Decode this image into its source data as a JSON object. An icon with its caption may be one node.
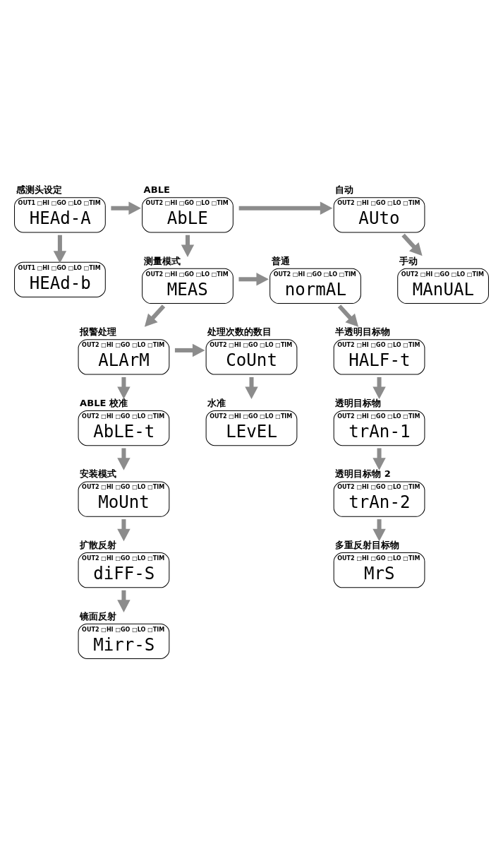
{
  "diagram": {
    "nodes": [
      {
        "text": [
          "感测头设定",
          "OUT1 □HI □GO □LO □TIM",
          "HEAd-A"
        ]
      },
      {
        "text": [
          "OUT1 □HI □GO □LO □TIM",
          "HEAd-b"
        ]
      },
      {
        "text": [
          "ABLE",
          "OUT2 □HI □GO □LO □TIM",
          "AbLE"
        ]
      },
      {
        "text": [
          "自动",
          "OUT2 □HI □GO □LO □TIM",
          "AUto"
        ]
      },
      {
        "text": [
          "手动",
          "OUT2 □HI □GO □LO □TIM",
          "MAnUAL"
        ]
      },
      {
        "text": [
          "测量模式",
          "OUT2 □HI □GO □LO □TIM",
          "MEAS"
        ]
      },
      {
        "text": [
          "普通",
          "OUT2 □HI □GO □LO □TIM",
          "normAL"
        ]
      },
      {
        "text": [
          "半透明目标物",
          "OUT2 □HI □GO □LO □TIM",
          "HALF-t"
        ]
      },
      {
        "text": [
          "透明目标物",
          "OUT2 □HI □GO □LO □TIM",
          "trAn-1"
        ]
      },
      {
        "text": [
          "透明目标物 2",
          "OUT2 □HI □GO □LO □TIM",
          "trAn-2"
        ]
      },
      {
        "text": [
          "多重反射目标物",
          "OUT2 □HI □GO □LO □TIM",
          "MrS"
        ]
      },
      {
        "text": [
          "报警处理",
          "OUT2 □HI □GO □LO □TIM",
          "ALArM"
        ]
      },
      {
        "text": [
          "处理次数的数目",
          "OUT2 □HI □GO □LO □TIM",
          "CoUnt"
        ]
      },
      {
        "text": [
          "水准",
          "OUT2 □HI □GO □LO □TIM",
          "LEvEL"
        ]
      },
      {
        "text": [
          "ABLE 校准",
          "OUT2 □HI □GO □LO □TIM",
          "AbLE-t"
        ]
      },
      {
        "text": [
          "安装模式",
          "OUT2 □HI □GO □LO □TIM",
          "MoUnt"
        ]
      },
      {
        "text": [
          "扩散反射",
          "OUT2 □HI □GO □LO □TIM",
          "diFF-S"
        ]
      },
      {
        "text": [
          "镜面反射",
          "OUT2 □HI □GO □LO □TIM",
          "Mirr-S"
        ]
      }
    ],
    "edges": [
      {
        "from": 0,
        "to": 1,
        "arrow": "to"
      },
      {
        "from": 0,
        "to": 2,
        "arrow": "to"
      },
      {
        "from": 2,
        "to": 3,
        "arrow": "to"
      },
      {
        "from": 3,
        "to": 4,
        "arrow": "to"
      },
      {
        "from": 2,
        "to": 5,
        "arrow": "to"
      },
      {
        "from": 5,
        "to": 6,
        "arrow": "to"
      },
      {
        "from": 6,
        "to": 7,
        "arrow": "to"
      },
      {
        "from": 7,
        "to": 8,
        "arrow": "to"
      },
      {
        "from": 8,
        "to": 9,
        "arrow": "to"
      },
      {
        "from": 9,
        "to": 10,
        "arrow": "to"
      },
      {
        "from": 5,
        "to": 11,
        "arrow": "to"
      },
      {
        "from": 11,
        "to": 12,
        "arrow": "to"
      },
      {
        "from": 12,
        "to": 13,
        "arrow": "to"
      },
      {
        "from": 11,
        "to": 14,
        "arrow": "to"
      },
      {
        "from": 14,
        "to": 15,
        "arrow": "to"
      },
      {
        "from": 15,
        "to": 16,
        "arrow": "to"
      },
      {
        "from": 16,
        "to": 17,
        "arrow": "to"
      }
    ]
  }
}
